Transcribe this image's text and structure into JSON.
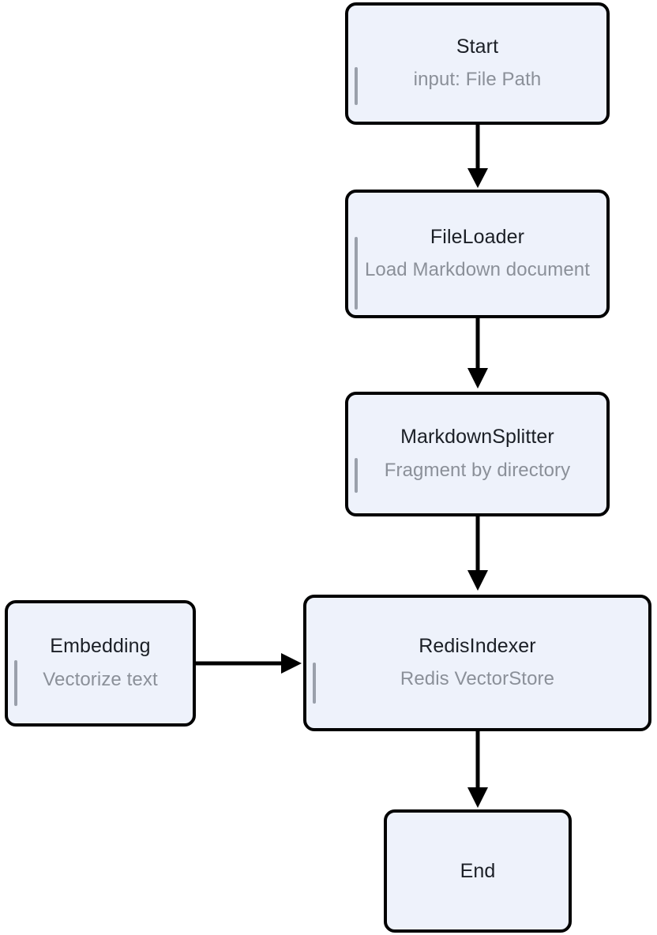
{
  "diagram": {
    "type": "flowchart",
    "direction": "top-to-bottom",
    "background_color": "#ffffff",
    "node_fill_color": "#eef2fb",
    "node_border_color": "#000000",
    "title_text_color": "#1b1f26",
    "subtitle_text_color": "#8b9099",
    "accent_bar_color": "#9aa0ab",
    "arrow_color": "#000000"
  },
  "nodes": {
    "start": {
      "id": "start",
      "title": "Start",
      "subtitle": "input: File Path"
    },
    "fileloader": {
      "id": "fileloader",
      "title": "FileLoader",
      "subtitle": "Load Markdown document"
    },
    "splitter": {
      "id": "splitter",
      "title": "MarkdownSplitter",
      "subtitle": "Fragment by directory"
    },
    "redisindexer": {
      "id": "redisindexer",
      "title": "RedisIndexer",
      "subtitle": "Redis VectorStore"
    },
    "embedding": {
      "id": "embedding",
      "title": "Embedding",
      "subtitle": "Vectorize text"
    },
    "end": {
      "id": "end",
      "title": "End",
      "subtitle": ""
    }
  },
  "edges": [
    {
      "from": "start",
      "to": "fileloader",
      "direction": "down",
      "label": ""
    },
    {
      "from": "fileloader",
      "to": "splitter",
      "direction": "down",
      "label": ""
    },
    {
      "from": "splitter",
      "to": "redisindexer",
      "direction": "down",
      "label": ""
    },
    {
      "from": "embedding",
      "to": "redisindexer",
      "direction": "right",
      "label": ""
    },
    {
      "from": "redisindexer",
      "to": "end",
      "direction": "down",
      "label": ""
    }
  ]
}
